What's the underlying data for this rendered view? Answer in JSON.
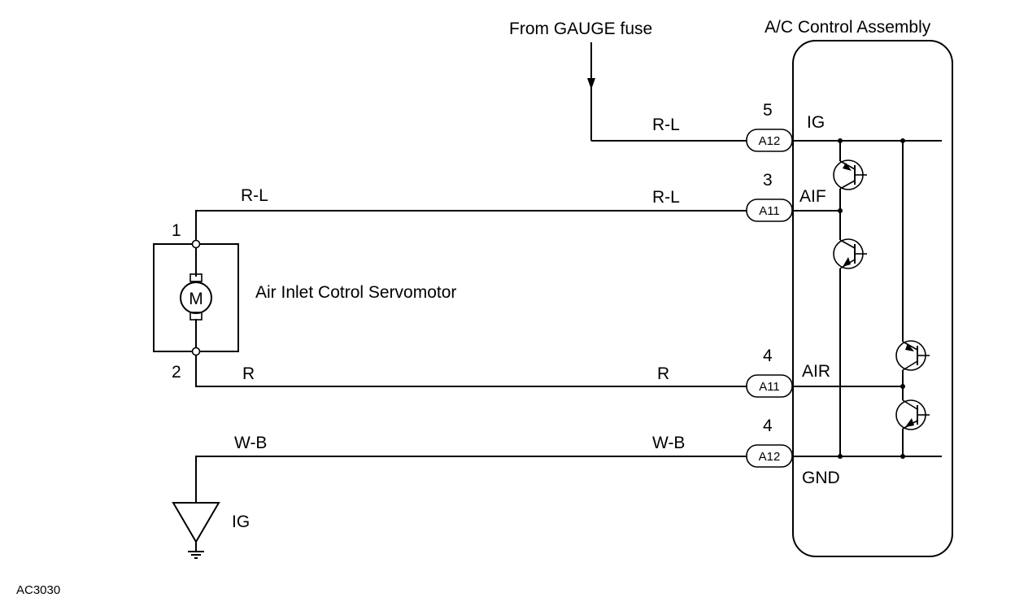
{
  "top_source": "From GAUGE fuse",
  "assembly": {
    "title": "A/C Control Assembly"
  },
  "motor": {
    "label": "Air Inlet Cotrol Servomotor",
    "symbol": "M",
    "pin1": "1",
    "pin2": "2"
  },
  "ground_label": "IG",
  "figure_code": "AC3030",
  "connectors": [
    {
      "pin": "5",
      "code": "A12",
      "terminal": "IG",
      "wire_left": "",
      "wire_right": "R-L"
    },
    {
      "pin": "3",
      "code": "A11",
      "terminal": "AIF",
      "wire_left": "R-L",
      "wire_right": "R-L"
    },
    {
      "pin": "4",
      "code": "A11",
      "terminal": "AIR",
      "wire_left": "R",
      "wire_right": "R"
    },
    {
      "pin": "4",
      "code": "A12",
      "terminal": "GND",
      "wire_left": "W-B",
      "wire_right": "W-B"
    }
  ]
}
